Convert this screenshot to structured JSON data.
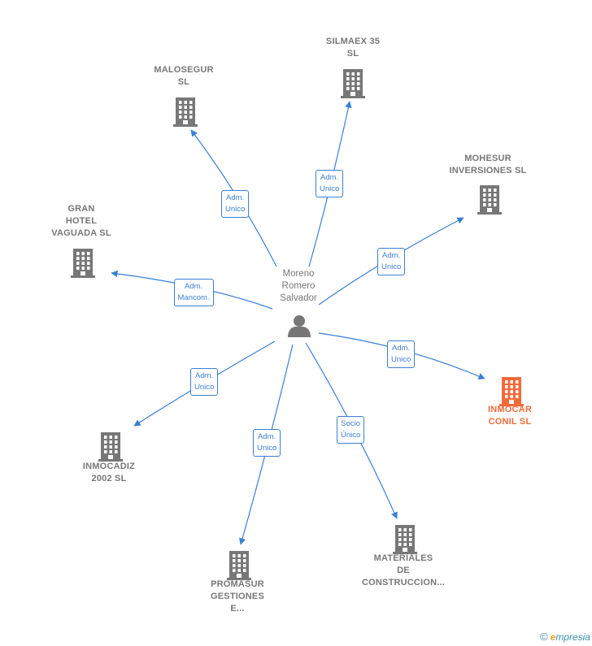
{
  "colors": {
    "edge": "#3a7fd5",
    "company_icon": "#777777",
    "highlight": "#f26a3a",
    "person_icon": "#777777"
  },
  "person": {
    "name": "Moreno\nRomero\nSalvador",
    "icon": "person-icon"
  },
  "companies": [
    {
      "id": "silmaex",
      "name": "SILMAEX 35\nSL",
      "icon": "building-icon",
      "highlight": false
    },
    {
      "id": "malosegur",
      "name": "MALOSEGUR\nSL",
      "icon": "building-icon",
      "highlight": false
    },
    {
      "id": "mohesur",
      "name": "MOHESUR\nINVERSIONES SL",
      "icon": "building-icon",
      "highlight": false
    },
    {
      "id": "gran-hotel",
      "name": "GRAN\nHOTEL\nVAGUADA SL",
      "icon": "building-icon",
      "highlight": false
    },
    {
      "id": "inmocar",
      "name": "INMOCAR\nCONIL  SL",
      "icon": "building-icon",
      "highlight": true
    },
    {
      "id": "inmocadiz",
      "name": "INMOCADIZ\n2002  SL",
      "icon": "building-icon",
      "highlight": false
    },
    {
      "id": "promasur",
      "name": "PROMASUR\nGESTIONES\nE...",
      "icon": "building-icon",
      "highlight": false
    },
    {
      "id": "materiales",
      "name": "MATERIALES\nDE\nCONSTRUCCION...",
      "icon": "building-icon",
      "highlight": false
    }
  ],
  "relations": [
    {
      "to": "silmaex",
      "label": "Adm.\nUnico"
    },
    {
      "to": "malosegur",
      "label": "Adm.\nUnico"
    },
    {
      "to": "mohesur",
      "label": "Adm.\nUnico"
    },
    {
      "to": "gran-hotel",
      "label": "Adm.\nMancom."
    },
    {
      "to": "inmocar",
      "label": "Adm.\nUnico"
    },
    {
      "to": "inmocadiz",
      "label": "Adm.\nUnico"
    },
    {
      "to": "promasur",
      "label": "Adm.\nUnico"
    },
    {
      "to": "materiales",
      "label": "Socio\nÚnico"
    }
  ],
  "footer": {
    "copyright": "©",
    "brand_first": "e",
    "brand_rest": "mpresia"
  }
}
